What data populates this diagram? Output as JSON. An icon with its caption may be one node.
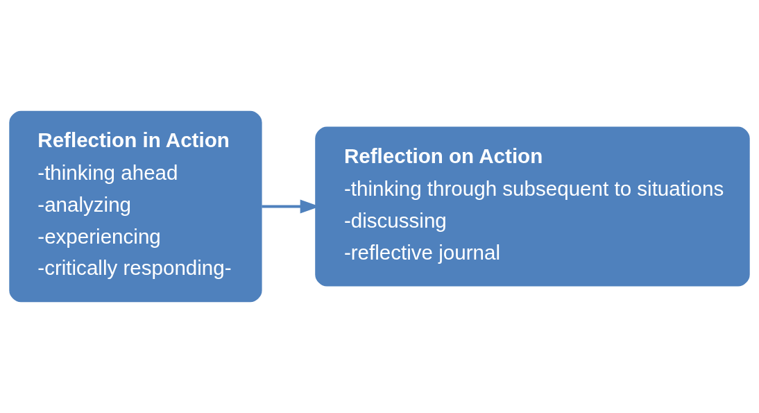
{
  "diagram": {
    "nodes": [
      {
        "text": [
          "Reflection in Action",
          "-thinking ahead",
          "-analyzing",
          "-experiencing",
          "-critically responding-"
        ]
      },
      {
        "text": [
          "Reflection on Action",
          "-thinking through subsequent to situations",
          "-discussing",
          "-reflective journal"
        ]
      }
    ],
    "edges": [
      {
        "from": 0,
        "to": 1,
        "arrow": "to"
      }
    ]
  }
}
